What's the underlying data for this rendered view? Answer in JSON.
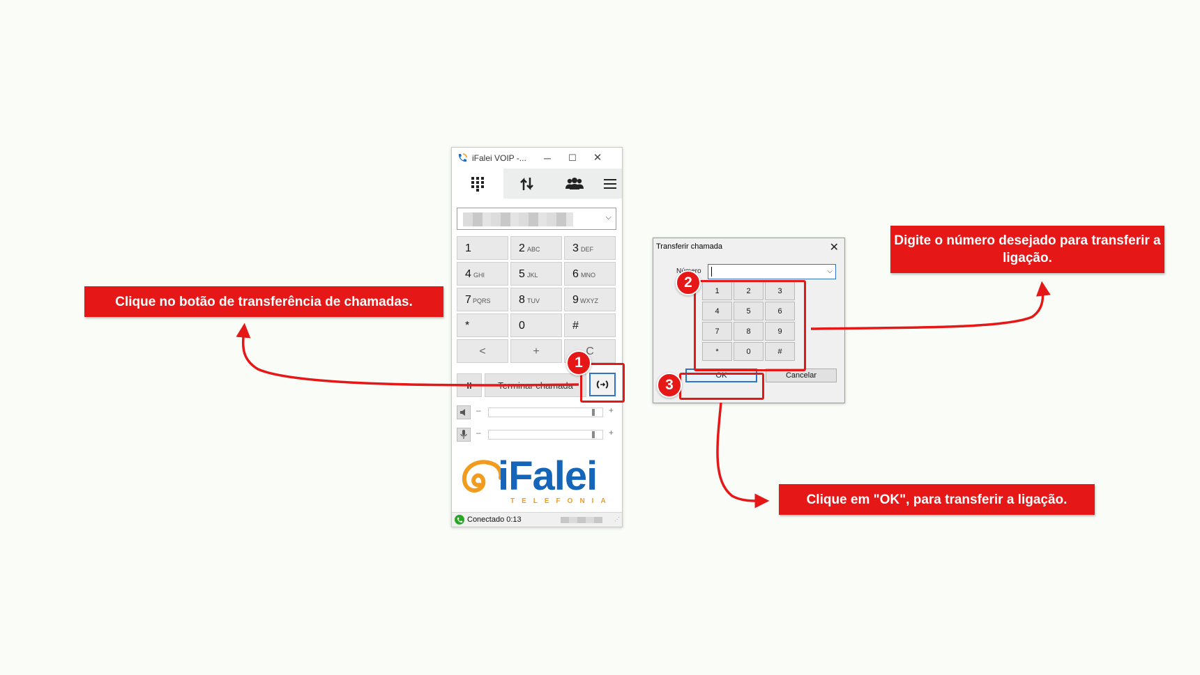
{
  "phone": {
    "title": "iFalei VOIP -...",
    "tabs": [
      {
        "icon": "dialpad-icon"
      },
      {
        "icon": "transfer-arrows-icon"
      },
      {
        "icon": "contacts-icon"
      }
    ],
    "menu_icon": "hamburger-menu-icon",
    "keys": [
      {
        "digit": "1",
        "letters": ""
      },
      {
        "digit": "2",
        "letters": "ABC"
      },
      {
        "digit": "3",
        "letters": "DEF"
      },
      {
        "digit": "4",
        "letters": "GHI"
      },
      {
        "digit": "5",
        "letters": "JKL"
      },
      {
        "digit": "6",
        "letters": "MNO"
      },
      {
        "digit": "7",
        "letters": "PQRS"
      },
      {
        "digit": "8",
        "letters": "TUV"
      },
      {
        "digit": "9",
        "letters": "WXYZ"
      },
      {
        "digit": "*",
        "letters": ""
      },
      {
        "digit": "0",
        "letters": ""
      },
      {
        "digit": "#",
        "letters": ""
      }
    ],
    "ctrl_keys": [
      "<",
      "+",
      "C"
    ],
    "hold_label": "II",
    "end_call_label": "Terminar chamada",
    "logo_text": "iFalei",
    "logo_sub": "TELEFONIA",
    "status_text": "Conectado 0:13",
    "slider_minus": "–",
    "slider_plus": "+",
    "speaker_level": 0.93,
    "mic_level": 0.93
  },
  "dialog": {
    "title": "Transferir chamada",
    "number_label": "Número",
    "keys": [
      "1",
      "2",
      "3",
      "4",
      "5",
      "6",
      "7",
      "8",
      "9",
      "*",
      "0",
      "#"
    ],
    "ok_label": "OK",
    "cancel_label": "Cancelar"
  },
  "annotations": {
    "callout_1": "Clique no botão de transferência de chamadas.",
    "callout_2": "Digite o número desejado para transferir a ligação.",
    "callout_3": "Clique em \"OK\", para transferir a ligação.",
    "badges": [
      "1",
      "2",
      "3"
    ],
    "color": "#e51717"
  }
}
